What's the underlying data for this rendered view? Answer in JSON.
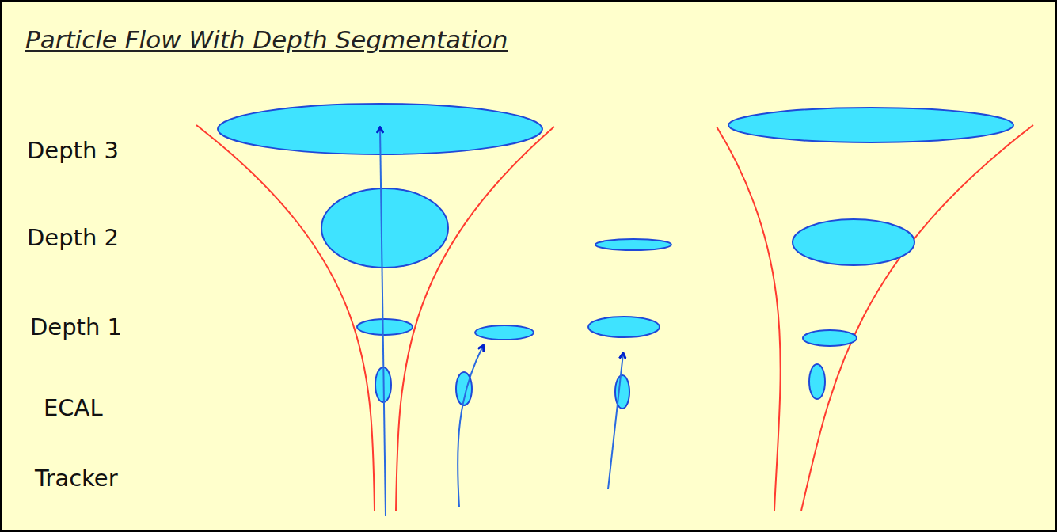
{
  "diagram": {
    "title": "Particle Flow With Depth Segmentation",
    "labels": [
      "Depth 3",
      "Depth 2",
      "Depth 1",
      "ECAL",
      "Tracker"
    ]
  }
}
